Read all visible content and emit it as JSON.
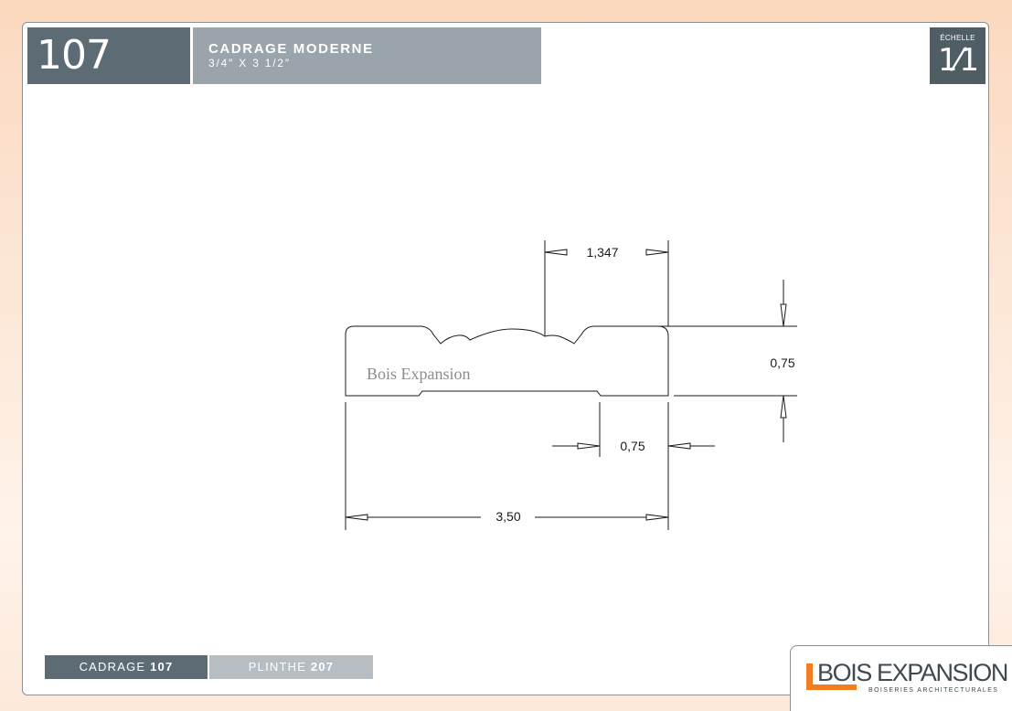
{
  "header": {
    "number": "107",
    "title": "CADRAGE MODERNE",
    "subtitle": "3/4″ X 3 1/2″",
    "scale_label": "ÉCHELLE",
    "scale_value": "1⁄1"
  },
  "drawing": {
    "watermark": "Bois Expansion",
    "dim_top": "1,347",
    "dim_right": "0,75",
    "dim_bottom_small": "0,75",
    "dim_bottom_total": "3,50"
  },
  "footer": {
    "tab1_label": "CADRAGE",
    "tab1_num": "107",
    "tab2_label": "PLINTHE",
    "tab2_num": "207"
  },
  "brand": {
    "name": "BOIS EXPANSION",
    "tagline": "BOISERIES ARCHITECTURALES",
    "accent": "#f07d1f"
  }
}
